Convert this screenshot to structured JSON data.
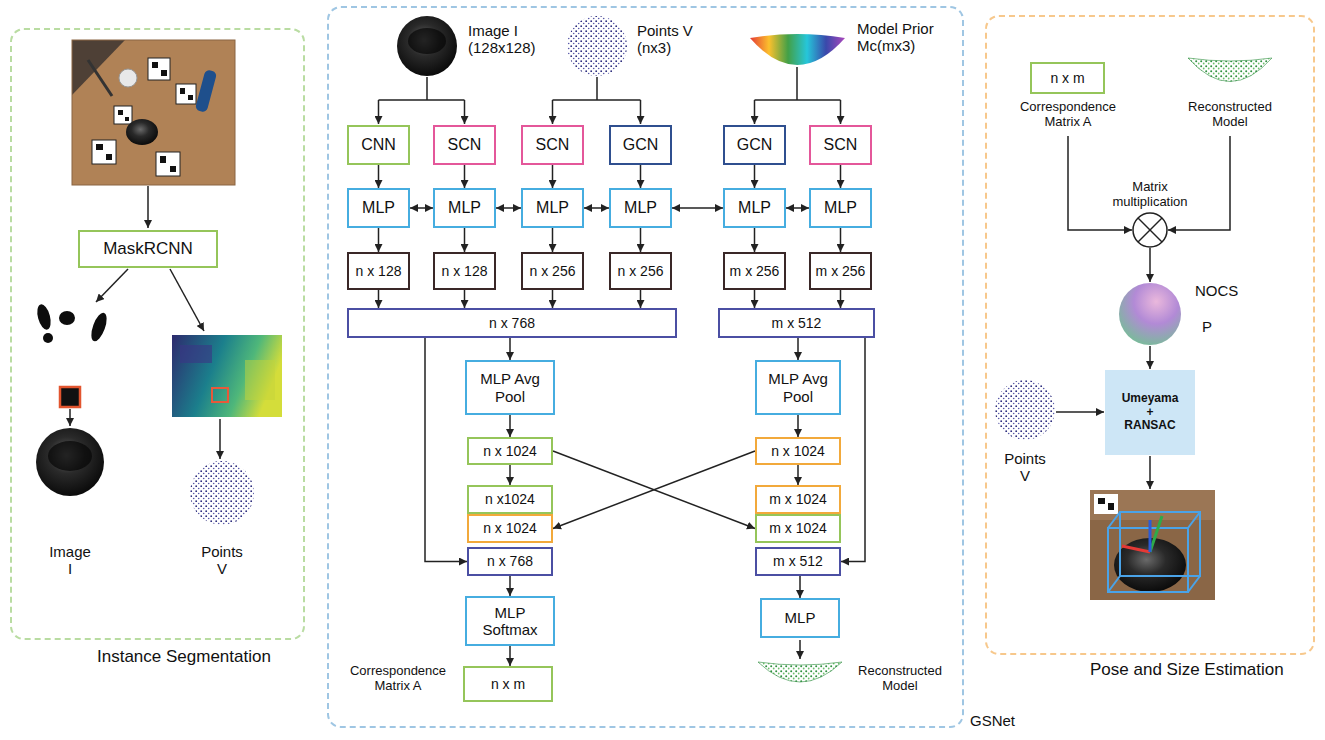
{
  "diagram": {
    "nodes": [
      {
        "text": [
          "Instance Segmentation"
        ]
      },
      {
        "text": [
          "MaskRCNN"
        ],
        "in": 0
      },
      {
        "text": [
          "GSNet"
        ]
      },
      {
        "text": [
          "CNN"
        ],
        "in": 2
      },
      {
        "text": [
          "SCN"
        ],
        "in": 2
      },
      {
        "text": [
          "SCN"
        ],
        "in": 2
      },
      {
        "text": [
          "GCN"
        ],
        "in": 2
      },
      {
        "text": [
          "GCN"
        ],
        "in": 2
      },
      {
        "text": [
          "SCN"
        ],
        "in": 2
      },
      {
        "text": [
          "MLP"
        ],
        "in": 2
      },
      {
        "text": [
          "MLP"
        ],
        "in": 2
      },
      {
        "text": [
          "MLP"
        ],
        "in": 2
      },
      {
        "text": [
          "MLP"
        ],
        "in": 2
      },
      {
        "text": [
          "MLP"
        ],
        "in": 2
      },
      {
        "text": [
          "MLP"
        ],
        "in": 2
      },
      {
        "text": [
          "n x 128"
        ],
        "in": 2
      },
      {
        "text": [
          "n x 128"
        ],
        "in": 2
      },
      {
        "text": [
          "n x 256"
        ],
        "in": 2
      },
      {
        "text": [
          "n x 256"
        ],
        "in": 2
      },
      {
        "text": [
          "m x 256"
        ],
        "in": 2
      },
      {
        "text": [
          "m x 256"
        ],
        "in": 2
      },
      {
        "text": [
          "n x 768"
        ],
        "in": 2
      },
      {
        "text": [
          "m x 512"
        ],
        "in": 2
      },
      {
        "text": [
          "MLP Avg Pool"
        ],
        "in": 2
      },
      {
        "text": [
          "MLP Avg Pool"
        ],
        "in": 2
      },
      {
        "text": [
          "n x 1024"
        ],
        "in": 2
      },
      {
        "text": [
          "n x 1024"
        ],
        "in": 2
      },
      {
        "text": [
          "n x1024"
        ],
        "in": 2
      },
      {
        "text": [
          "m x 1024"
        ],
        "in": 2
      },
      {
        "text": [
          "n x 1024"
        ],
        "in": 2
      },
      {
        "text": [
          "m x 1024"
        ],
        "in": 2
      },
      {
        "text": [
          "n x 768"
        ],
        "in": 2
      },
      {
        "text": [
          "m x 512"
        ],
        "in": 2
      },
      {
        "text": [
          "MLP Softmax"
        ],
        "in": 2
      },
      {
        "text": [
          "MLP"
        ],
        "in": 2
      },
      {
        "text": [
          "n x m"
        ],
        "in": 2
      },
      {
        "text": [
          "Pose and Size Estimation"
        ]
      },
      {
        "text": [
          "n x m"
        ],
        "in": 36
      },
      {
        "text": [
          "Umeyama + RANSAC"
        ],
        "in": 36
      }
    ],
    "edges": [
      {
        "from": 3,
        "to": 9,
        "arrow": "to"
      },
      {
        "from": 4,
        "to": 10,
        "arrow": "to"
      },
      {
        "from": 5,
        "to": 11,
        "arrow": "to"
      },
      {
        "from": 6,
        "to": 12,
        "arrow": "to"
      },
      {
        "from": 7,
        "to": 13,
        "arrow": "to"
      },
      {
        "from": 8,
        "to": 14,
        "arrow": "to"
      },
      {
        "from": 9,
        "to": 10,
        "arrow": "both"
      },
      {
        "from": 10,
        "to": 11,
        "arrow": "both"
      },
      {
        "from": 11,
        "to": 12,
        "arrow": "both"
      },
      {
        "from": 12,
        "to": 13,
        "arrow": "both"
      },
      {
        "from": 13,
        "to": 14,
        "arrow": "both"
      },
      {
        "from": 9,
        "to": 15,
        "arrow": "to"
      },
      {
        "from": 10,
        "to": 16,
        "arrow": "to"
      },
      {
        "from": 11,
        "to": 17,
        "arrow": "to"
      },
      {
        "from": 12,
        "to": 18,
        "arrow": "to"
      },
      {
        "from": 13,
        "to": 19,
        "arrow": "to"
      },
      {
        "from": 14,
        "to": 20,
        "arrow": "to"
      },
      {
        "from": 15,
        "to": 21,
        "arrow": "to"
      },
      {
        "from": 16,
        "to": 21,
        "arrow": "to"
      },
      {
        "from": 17,
        "to": 21,
        "arrow": "to"
      },
      {
        "from": 18,
        "to": 21,
        "arrow": "to"
      },
      {
        "from": 19,
        "to": 22,
        "arrow": "to"
      },
      {
        "from": 20,
        "to": 22,
        "arrow": "to"
      },
      {
        "from": 21,
        "to": 23,
        "arrow": "to"
      },
      {
        "from": 22,
        "to": 24,
        "arrow": "to"
      },
      {
        "from": 21,
        "to": 31,
        "arrow": "to"
      },
      {
        "from": 22,
        "to": 32,
        "arrow": "to"
      },
      {
        "from": 23,
        "to": 25,
        "arrow": "to"
      },
      {
        "from": 24,
        "to": 26,
        "arrow": "to"
      },
      {
        "from": 25,
        "to": 27,
        "arrow": "to"
      },
      {
        "from": 26,
        "to": 28,
        "arrow": "to"
      },
      {
        "from": 25,
        "to": 30,
        "arrow": "to"
      },
      {
        "from": 26,
        "to": 29,
        "arrow": "to"
      },
      {
        "from": 31,
        "to": 33,
        "arrow": "to"
      },
      {
        "from": 33,
        "to": 35,
        "arrow": "to"
      },
      {
        "from": 32,
        "to": 34,
        "arrow": "to"
      }
    ],
    "labels": [
      "Image I",
      "Points V",
      "Image I (128x128)",
      "Points V (nx3)",
      "Model Prior Mc(mx3)",
      "Correspondence Matrix A",
      "Reconstructed Model",
      "Correspondence Matrix A",
      "Reconstructed Model",
      "Matrix multiplication",
      "NOCS",
      "P",
      "Points V"
    ]
  }
}
